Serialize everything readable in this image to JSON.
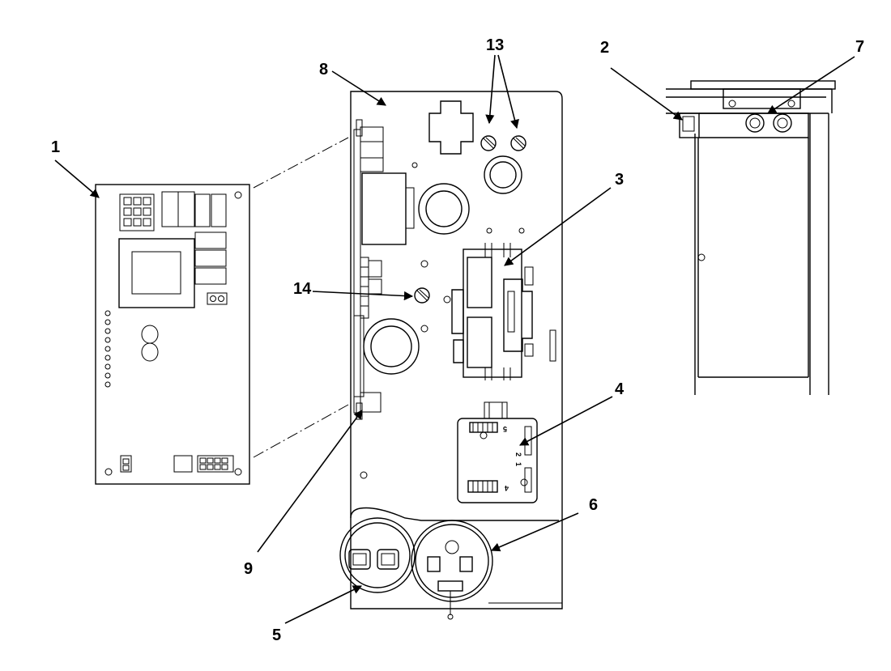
{
  "callouts": {
    "c1": "1",
    "c2": "2",
    "c3": "3",
    "c4": "4",
    "c5": "5",
    "c6": "6",
    "c7": "7",
    "c8": "8",
    "c9": "9",
    "c13": "13",
    "c14": "14"
  },
  "relay_markings": {
    "pin_top": "5",
    "pin_mid": "2",
    "pin_mid2": "1",
    "pin_bottom": "4"
  },
  "colors": {
    "line": "#000000",
    "background": "#ffffff"
  }
}
